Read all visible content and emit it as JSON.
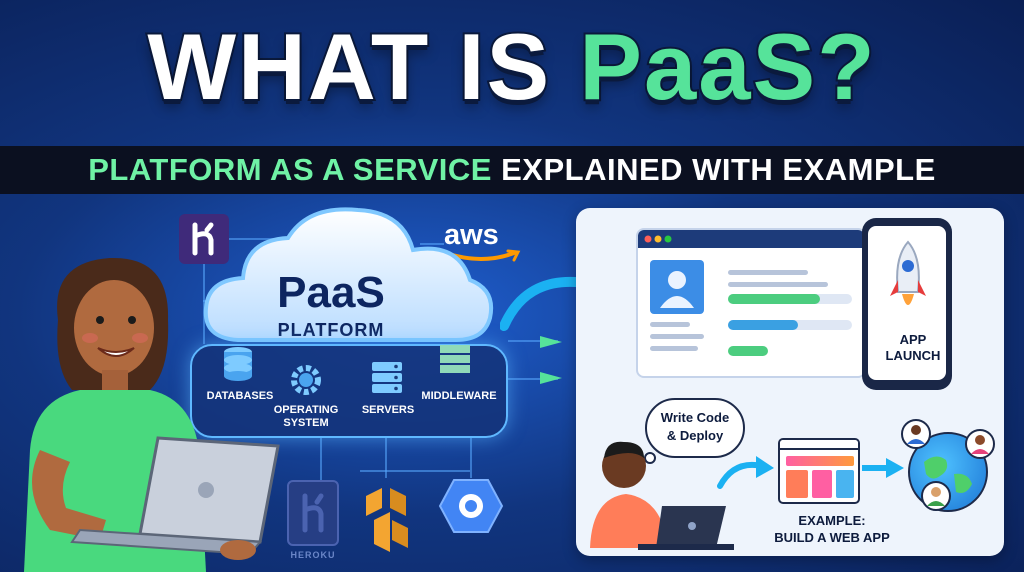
{
  "title": {
    "part1": "WHAT IS ",
    "part2": "PaaS?"
  },
  "subtitle": {
    "part1": "PLATFORM AS A SERVICE",
    "part2": " EXPLAINED WITH EXAMPLE"
  },
  "cloud": {
    "title": "PaaS",
    "subtitle": "PLATFORM"
  },
  "components": {
    "databases": "DATABASES",
    "operating_system_line1": "OPERATING",
    "operating_system_line2": "SYSTEM",
    "servers": "SERVERS",
    "middleware": "MIDDLEWARE"
  },
  "logos": {
    "aws": "aws",
    "heroku_bottom": "HEROKU"
  },
  "phone": {
    "label_line1": "APP",
    "label_line2": "LAUNCH"
  },
  "speech": {
    "line1": "Write Code",
    "line2": "& Deploy"
  },
  "example": {
    "line1": "EXAMPLE:",
    "line2": "BUILD A WEB APP"
  },
  "colors": {
    "accent_green": "#56e39a",
    "background_blue": "#11357f",
    "dark_band": "#0b1020",
    "aws_orange": "#ff9900"
  },
  "icons": [
    "heroku-icon",
    "aws-icon",
    "database-icon",
    "gear-icon",
    "server-icon",
    "middleware-icon",
    "aws-lambda-icon",
    "google-app-engine-icon",
    "rocket-icon",
    "user-profile-icon",
    "globe-icon",
    "laptop-icon"
  ]
}
